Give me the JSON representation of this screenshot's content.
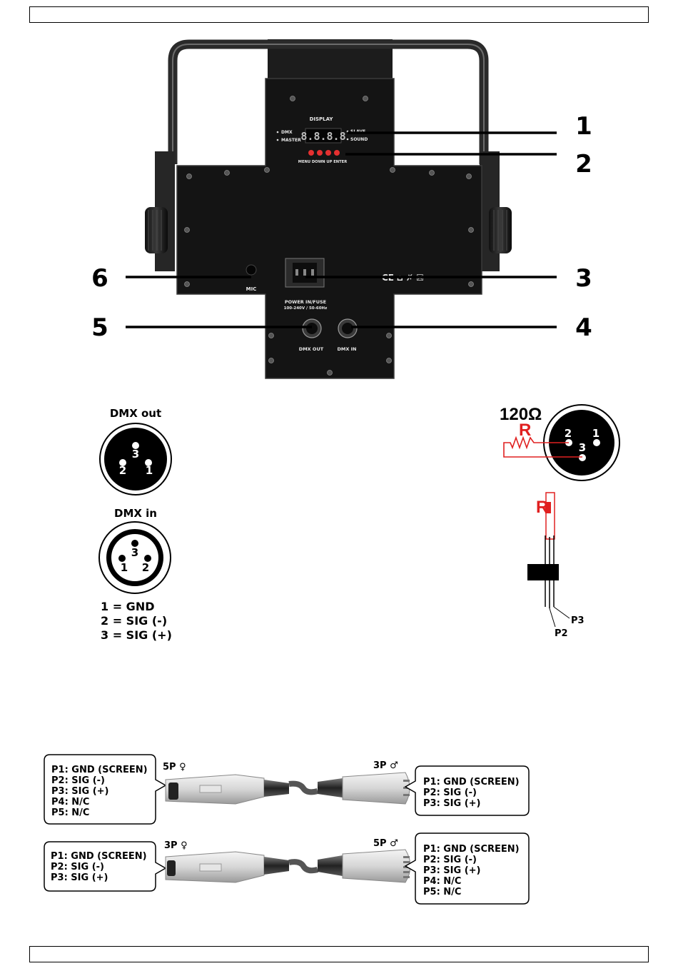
{
  "device_panel": {
    "display_title": "DISPLAY",
    "led_value": "8.8.8.8",
    "left_labels": [
      "DMX",
      "MASTER"
    ],
    "right_labels": [
      "SLAVE",
      "SOUND"
    ],
    "button_labels": "MENU DOWN UP ENTER",
    "mic_label": "MIC",
    "power_label": "POWER IN/FUSE",
    "power_spec": "100-240V / 50-60Hz",
    "dmx_out_label": "DMX OUT",
    "dmx_in_label": "DMX IN",
    "cert_marks": "CE ⌂ ✗ ☒"
  },
  "callouts": [
    "1",
    "2",
    "3",
    "4",
    "5",
    "6"
  ],
  "connectors": {
    "dmx_out": {
      "title": "DMX out",
      "pins": [
        "3",
        "2",
        "1"
      ]
    },
    "dmx_in": {
      "title": "DMX in",
      "pins": [
        "3",
        "1",
        "2"
      ]
    },
    "legend": [
      "1 = GND",
      "2 = SIG (-)",
      "3 = SIG (+)"
    ]
  },
  "terminator": {
    "resistance": "120Ω",
    "resistor_label": "R",
    "xlr_pins": [
      "2",
      "1",
      "3"
    ],
    "header_resistor_label": "R",
    "header_pins": [
      "P3",
      "P2"
    ],
    "resistor_color": "#e02020"
  },
  "adapters": [
    {
      "left_header": "5P ♀",
      "left_lines": [
        "P1: GND (SCREEN)",
        "P2: SIG (-)",
        "P3: SIG (+)",
        "P4: N/C",
        "P5: N/C"
      ],
      "right_header": "3P ♂",
      "right_lines": [
        "P1: GND (SCREEN)",
        "P2: SIG (-)",
        "P3: SIG (+)"
      ]
    },
    {
      "left_header": "3P ♀",
      "left_lines": [
        "P1: GND (SCREEN)",
        "P2: SIG (-)",
        "P3: SIG (+)"
      ],
      "right_header": "5P ♂",
      "right_lines": [
        "P1: GND (SCREEN)",
        "P2: SIG (-)",
        "P3: SIG (+)",
        "P4: N/C",
        "P5: N/C"
      ]
    }
  ]
}
